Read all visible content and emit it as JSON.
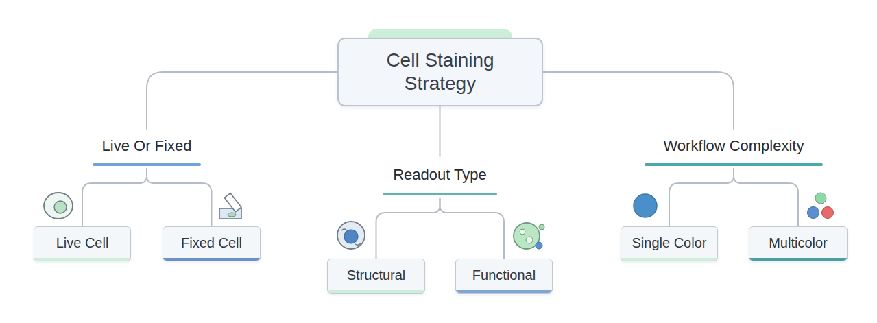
{
  "diagram": {
    "nodes": [
      {
        "text": [
          "Cell Staining Strategy"
        ]
      },
      {
        "text": [
          "Live Or Fixed"
        ]
      },
      {
        "text": [
          "Readout Type"
        ]
      },
      {
        "text": [
          "Workflow Complexity"
        ]
      },
      {
        "text": [
          "Live Cell"
        ]
      },
      {
        "text": [
          "Fixed Cell"
        ]
      },
      {
        "text": [
          "Structural"
        ]
      },
      {
        "text": [
          "Functional"
        ]
      },
      {
        "text": [
          "Single Color"
        ]
      },
      {
        "text": [
          "Multicolor"
        ]
      }
    ],
    "edges": [
      {
        "from": 0,
        "to": 1,
        "arrow": "none"
      },
      {
        "from": 0,
        "to": 2,
        "arrow": "none"
      },
      {
        "from": 0,
        "to": 3,
        "arrow": "none"
      },
      {
        "from": 1,
        "to": 4,
        "arrow": "none"
      },
      {
        "from": 1,
        "to": 5,
        "arrow": "none"
      },
      {
        "from": 2,
        "to": 6,
        "arrow": "none"
      },
      {
        "from": 2,
        "to": 7,
        "arrow": "none"
      },
      {
        "from": 3,
        "to": 8,
        "arrow": "none"
      },
      {
        "from": 3,
        "to": 9,
        "arrow": "none"
      }
    ]
  }
}
